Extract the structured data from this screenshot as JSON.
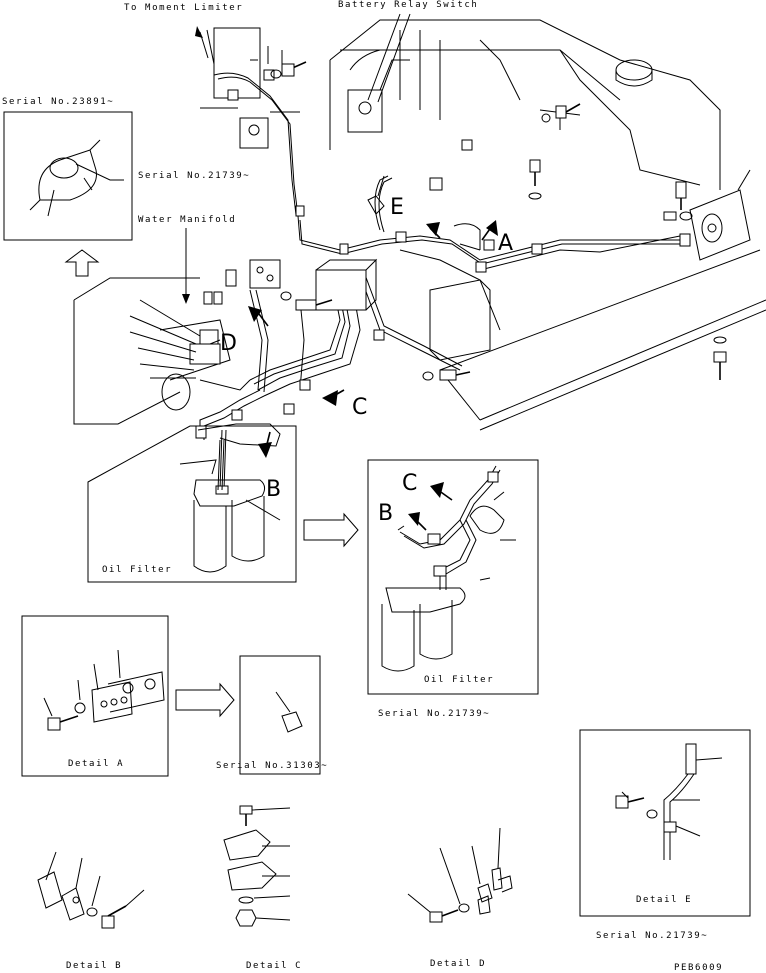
{
  "labels": {
    "to_moment_limiter": "To Moment Limiter",
    "battery_relay_switch": "Battery Relay Switch",
    "serial_23891": "Serial No.23891~",
    "serial_21739_top": "Serial No.21739~",
    "water_manifold": "Water Manifold",
    "oil_filter_left": "Oil Filter",
    "oil_filter_right": "Oil Filter",
    "serial_21739_mid": "Serial No.21739~",
    "serial_31303": "Serial No.31303~",
    "detail_a": "Detail A",
    "detail_b": "Detail B",
    "detail_c": "Detail C",
    "detail_d": "Detail D",
    "detail_e": "Detail E",
    "serial_21739_bottom": "Serial No.21739~",
    "drawing_code": "PEB6009"
  },
  "callouts": {
    "a": "A",
    "b": "B",
    "c": "C",
    "d": "D",
    "e": "E",
    "b_inset": "B",
    "c_inset": "C"
  }
}
